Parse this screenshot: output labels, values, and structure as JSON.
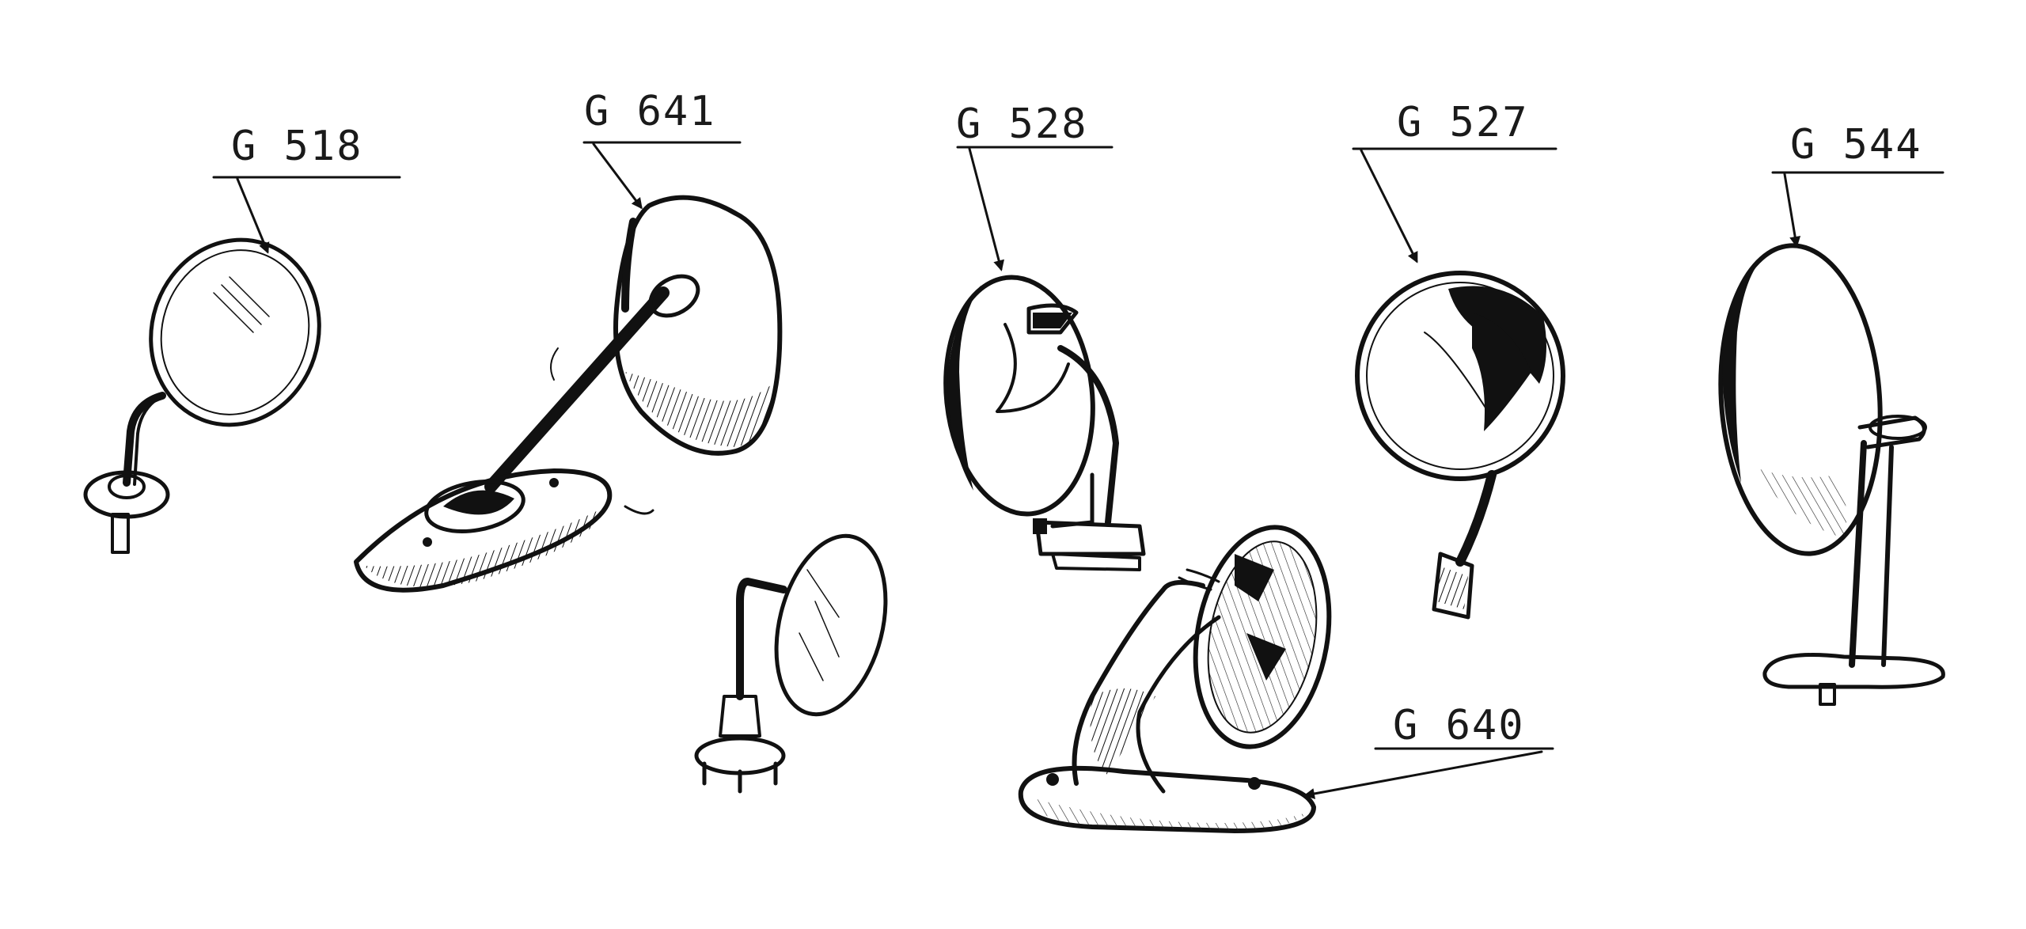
{
  "diagram": {
    "labels": [
      {
        "id": "g518",
        "text": "G 518"
      },
      {
        "id": "g641",
        "text": "G 641"
      },
      {
        "id": "g528",
        "text": "G 528"
      },
      {
        "id": "g527",
        "text": "G 527"
      },
      {
        "id": "g544",
        "text": "G 544"
      },
      {
        "id": "g640",
        "text": "G 640"
      }
    ],
    "ink_color": "#111111",
    "background_color": "#ffffff"
  }
}
